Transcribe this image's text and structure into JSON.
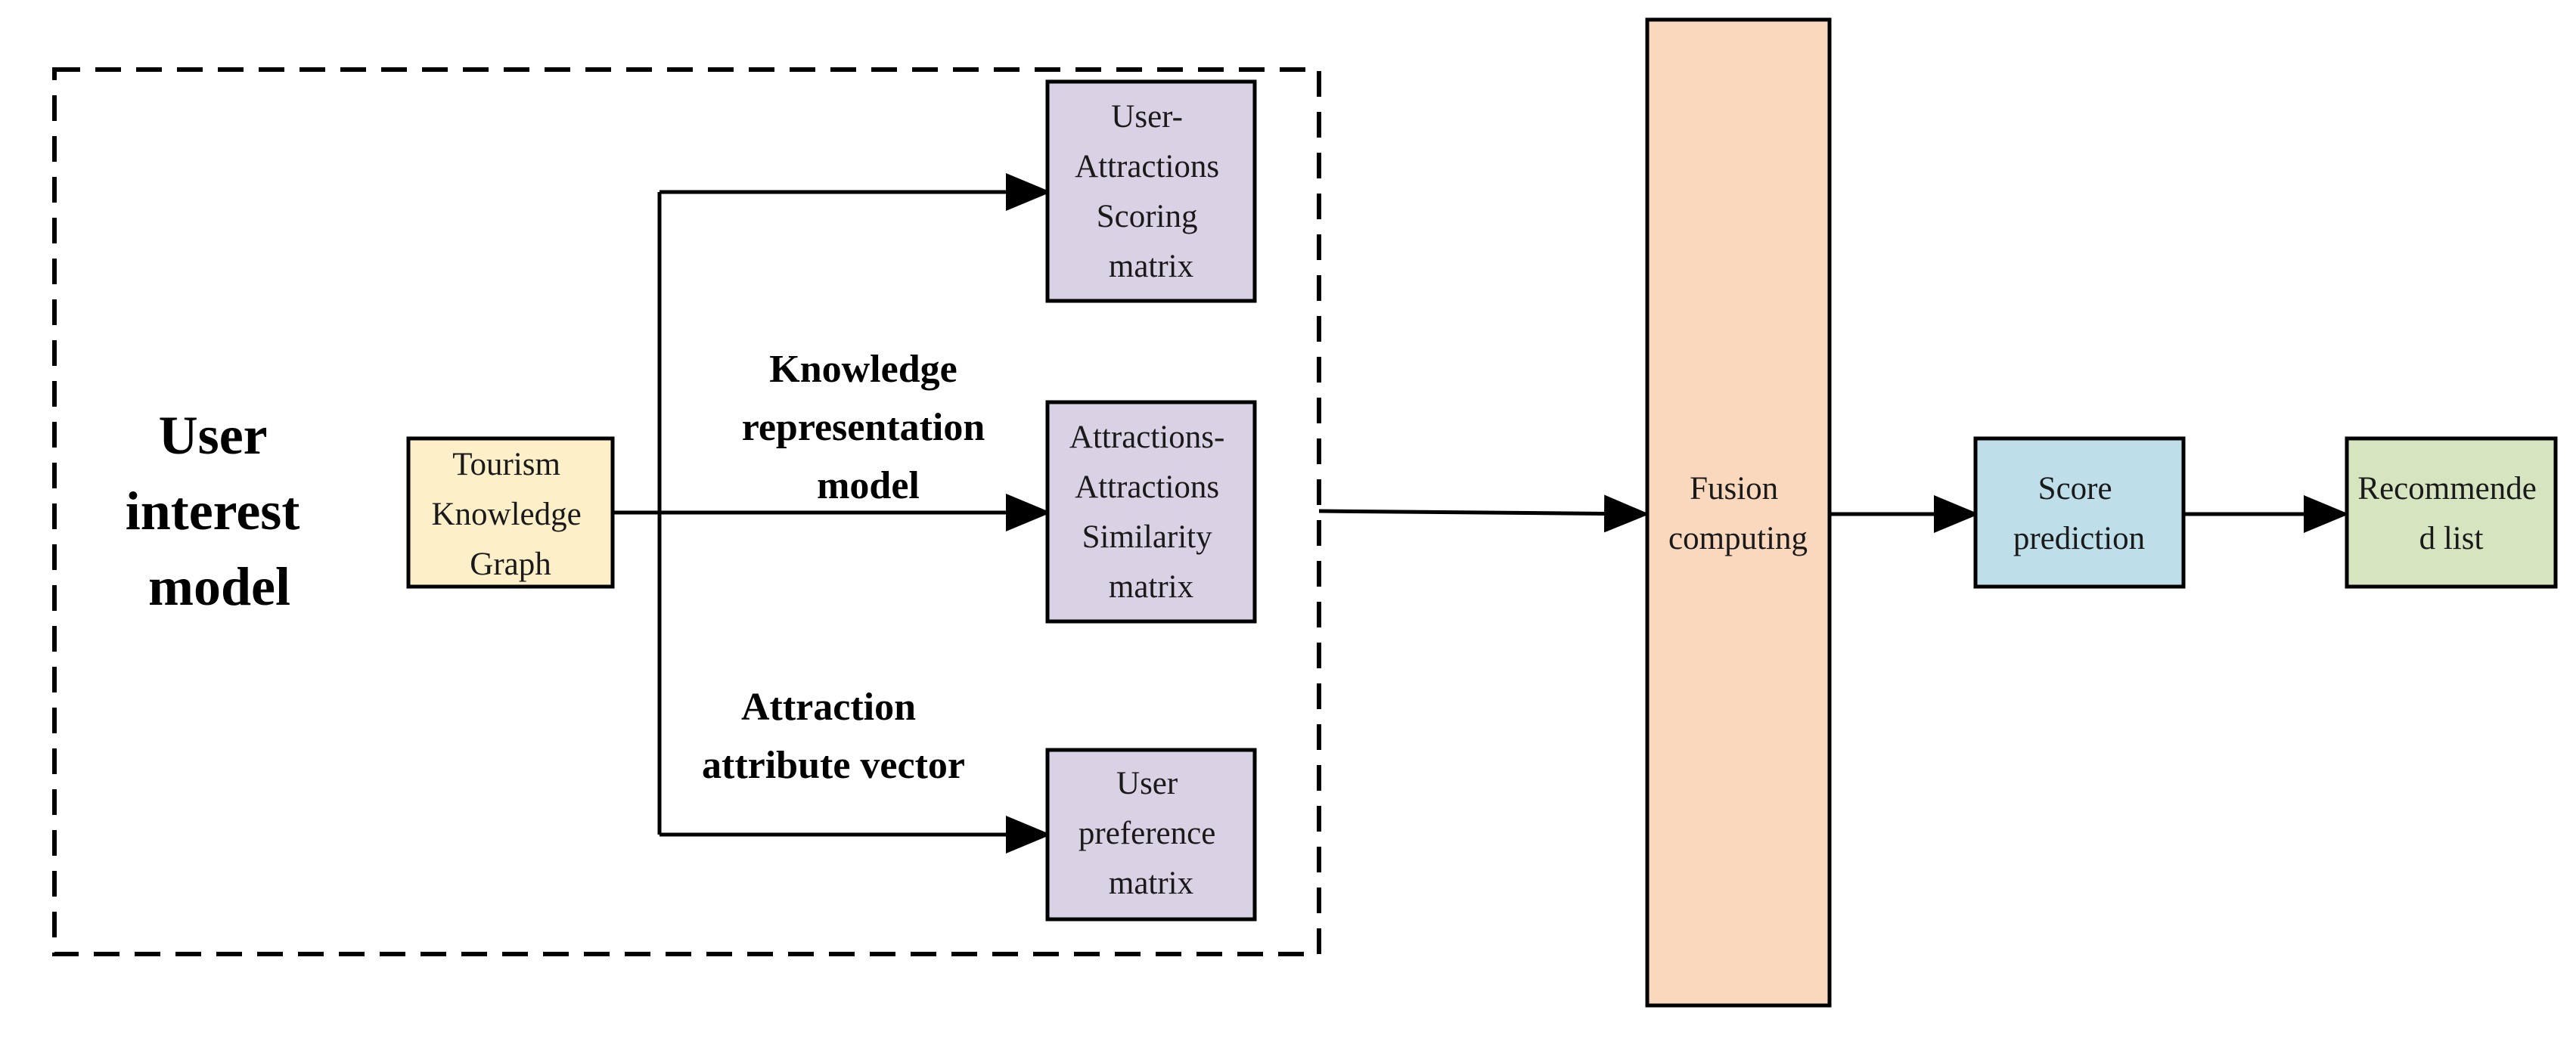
{
  "colors": {
    "stroke": "#000000",
    "knowledge_graph_fill": "#fdf0c8",
    "matrix_fill": "#d9d2e4",
    "fusion_fill": "#f9d8be",
    "score_fill": "#bedfe9",
    "recommend_fill": "#d6e5c0"
  },
  "group": {
    "title_lines": [
      "User",
      "interest",
      "model"
    ]
  },
  "nodes": {
    "knowledge_graph": {
      "lines": [
        "Tourism",
        "Knowledge",
        "Graph"
      ]
    },
    "scoring_matrix": {
      "lines": [
        "User-",
        "Attractions",
        "Scoring",
        "matrix"
      ]
    },
    "similarity_matrix": {
      "lines": [
        "Attractions-",
        "Attractions",
        "Similarity",
        "matrix"
      ]
    },
    "preference_matrix": {
      "lines": [
        "User",
        "preference",
        "matrix"
      ]
    },
    "fusion": {
      "lines": [
        "Fusion",
        "computing"
      ]
    },
    "score_prediction": {
      "lines": [
        "Score",
        "prediction"
      ]
    },
    "recommend_list": {
      "lines": [
        "Recommende",
        "d list"
      ]
    }
  },
  "edge_labels": {
    "knowledge_representation": [
      "Knowledge",
      "representation",
      "model"
    ],
    "attraction_attribute": [
      "Attraction",
      "attribute vector"
    ]
  }
}
